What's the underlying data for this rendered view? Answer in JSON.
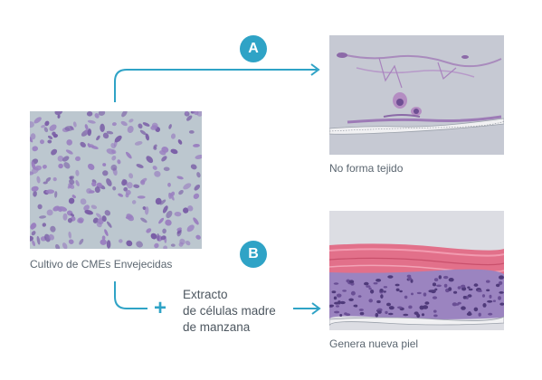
{
  "colors": {
    "accent": "#2fa3c6",
    "stain_purple": "#7a5ea6",
    "stain_pink": "#e2708a"
  },
  "culture": {
    "caption": "Cultivo de CMEs Envejecidas"
  },
  "paths": [
    {
      "badge": "A",
      "result_caption": "No forma tejido"
    },
    {
      "badge": "B",
      "plus": "+",
      "treatment": "Extracto\nde células madre\nde manzana",
      "result_caption": "Genera nueva piel"
    }
  ]
}
